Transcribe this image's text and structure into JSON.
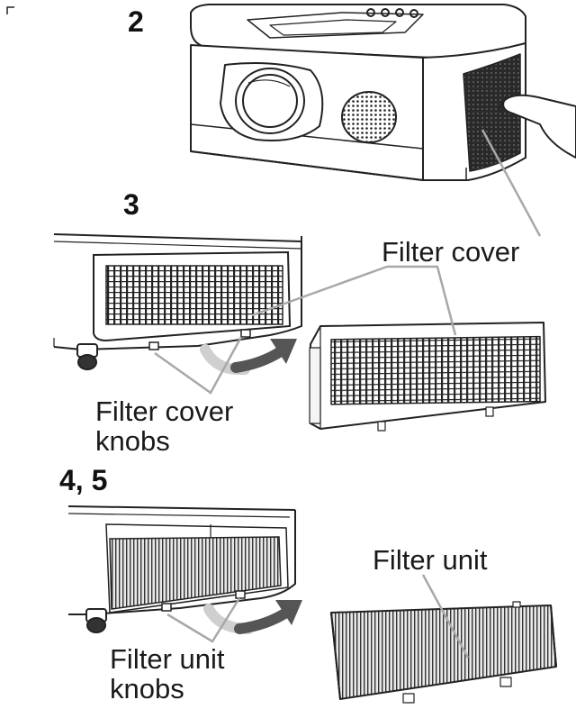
{
  "steps": {
    "s2": "2",
    "s3": "3",
    "s45": "4, 5"
  },
  "labels": {
    "filter_cover": "Filter cover",
    "filter_cover_knobs_1": "Filter cover",
    "filter_cover_knobs_2": "knobs",
    "filter_unit": "Filter unit",
    "filter_unit_knobs_1": "Filter unit",
    "filter_unit_knobs_2": "knobs"
  },
  "colors": {
    "line": "#222222",
    "leader": "#a8a8a8",
    "arrow_dark": "#555555",
    "arrow_light": "#cfcfcf"
  }
}
